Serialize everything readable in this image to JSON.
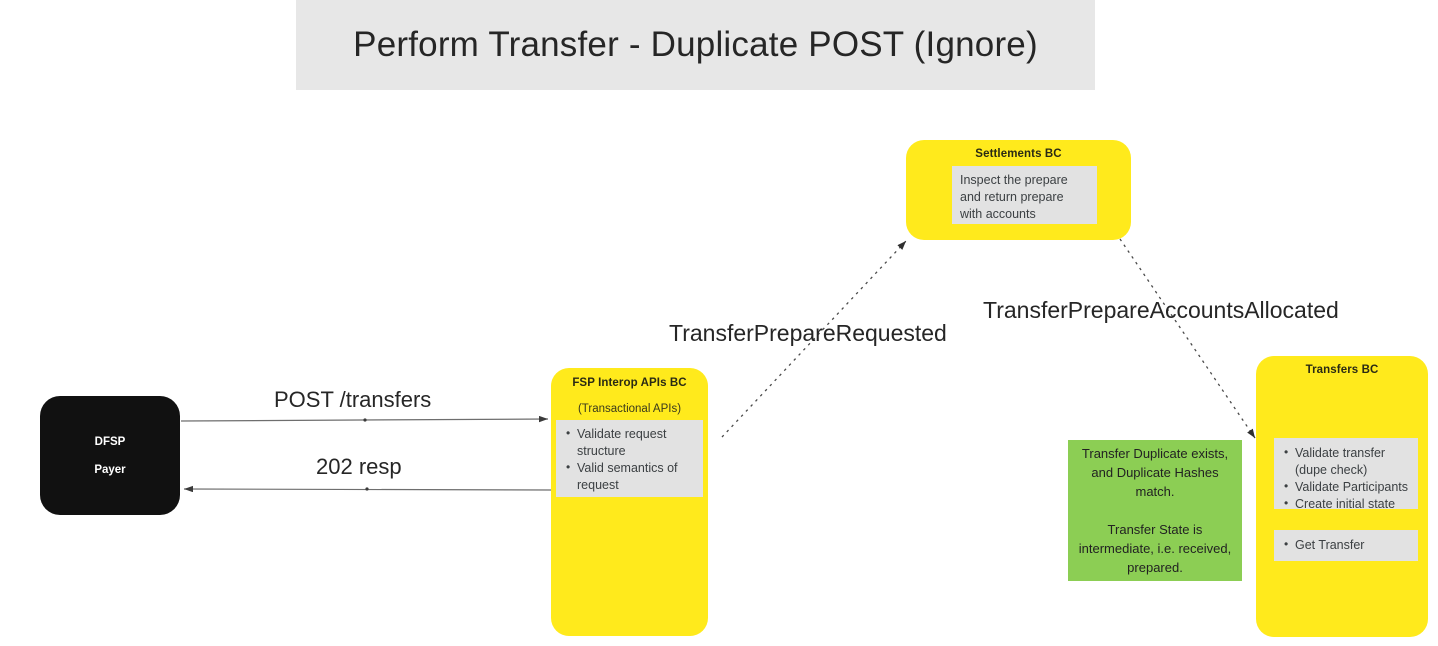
{
  "title": {
    "text": "Perform Transfer - Duplicate POST (Ignore)"
  },
  "colors": {
    "banner_bg": "#E7E7E7",
    "bc_yellow": "#FFEA1C",
    "panel_grey": "#E2E2E2",
    "note_green": "#8CCE54",
    "actor_black": "#111111",
    "text_dark": "#262626"
  },
  "actor": {
    "name": "DFSP Payer",
    "line1": "DFSP",
    "line2": "Payer"
  },
  "messages": {
    "request": "POST /transfers",
    "response": "202 resp"
  },
  "events": {
    "prepare_requested": "TransferPrepareRequested",
    "accounts_allocated": "TransferPrepareAccountsAllocated"
  },
  "boxes": {
    "fsp_interop": {
      "title": "FSP Interop APIs BC",
      "subtitle": "(Transactional APIs)",
      "bullets": [
        "Validate request structure",
        "Valid semantics of request"
      ]
    },
    "settlements": {
      "title": "Settlements BC",
      "note": "Inspect the prepare and return prepare with accounts"
    },
    "transfers": {
      "title": "Transfers BC",
      "bullets_primary": [
        "Validate transfer (dupe check)",
        "Validate Participants",
        "Create initial state"
      ],
      "bullets_secondary": [
        "Get Transfer"
      ]
    }
  },
  "green_note": {
    "paragraph1": "Transfer Duplicate exists, and Duplicate Hashes match.",
    "paragraph2": "Transfer State is intermediate, i.e. received, prepared."
  }
}
